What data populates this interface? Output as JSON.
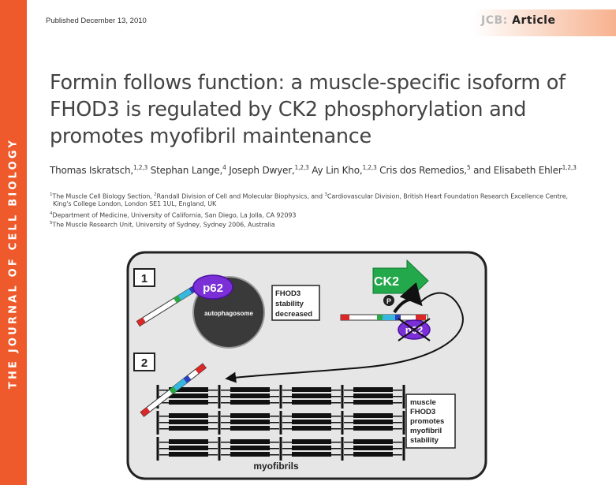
{
  "header": {
    "published": "Published December 13, 2010",
    "journal_short": "JCB:",
    "section": "Article"
  },
  "sidebar": {
    "journal_name": "THE JOURNAL OF CELL BIOLOGY"
  },
  "article": {
    "title_lines": [
      "Formin follows function: a muscle-specific isoform of",
      "FHOD3 is regulated by CK2 phosphorylation and",
      "promotes myofibril maintenance"
    ],
    "authors": [
      {
        "name": "Thomas Iskratsch,",
        "sup": "1,2,3"
      },
      {
        "name": " Stephan Lange,",
        "sup": "4"
      },
      {
        "name": " Joseph Dwyer,",
        "sup": "1,2,3"
      },
      {
        "name": " Ay Lin Kho,",
        "sup": "1,2,3"
      },
      {
        "name": " Cris dos Remedios,",
        "sup": "5"
      },
      {
        "name": " and Elisabeth Ehler",
        "sup": "1,2,3"
      }
    ],
    "affiliations": [
      {
        "sup": "1",
        "text": "The Muscle Cell Biology Section, "
      },
      {
        "sup": "2",
        "text": "Randall Division of Cell and Molecular Biophysics, and "
      },
      {
        "sup": "3",
        "text": "Cardiovascular Division, British Heart Foundation Research Excellence Centre,"
      },
      {
        "sup": "",
        "text": "King's College London, London SE1 1UL, England, UK"
      },
      {
        "sup": "4",
        "text": "Department of Medicine, University of California, San Diego, La Jolla, CA 92093"
      },
      {
        "sup": "5",
        "text": "The Muscle Research Unit, University of Sydney, Sydney 2006, Australia"
      }
    ]
  },
  "figure": {
    "panel1": "1",
    "panel2": "2",
    "p62": "p62",
    "autophagosome": "autophagosome",
    "ck2": "CK2",
    "phospho": "P",
    "box1_lines": [
      "FHOD3",
      "stability",
      "decreased"
    ],
    "box2_lines": [
      "muscle",
      "FHOD3",
      "promotes",
      "myofibril",
      "stability"
    ],
    "myofibrils": "myofibrils",
    "colors": {
      "panel_bg": "#e6e6e6",
      "ck2_green": "#23a84b",
      "p62_purple": "#7b2fd6",
      "autophagosome": "#3a3a3a",
      "sidebar": "#ee5a2b"
    }
  }
}
